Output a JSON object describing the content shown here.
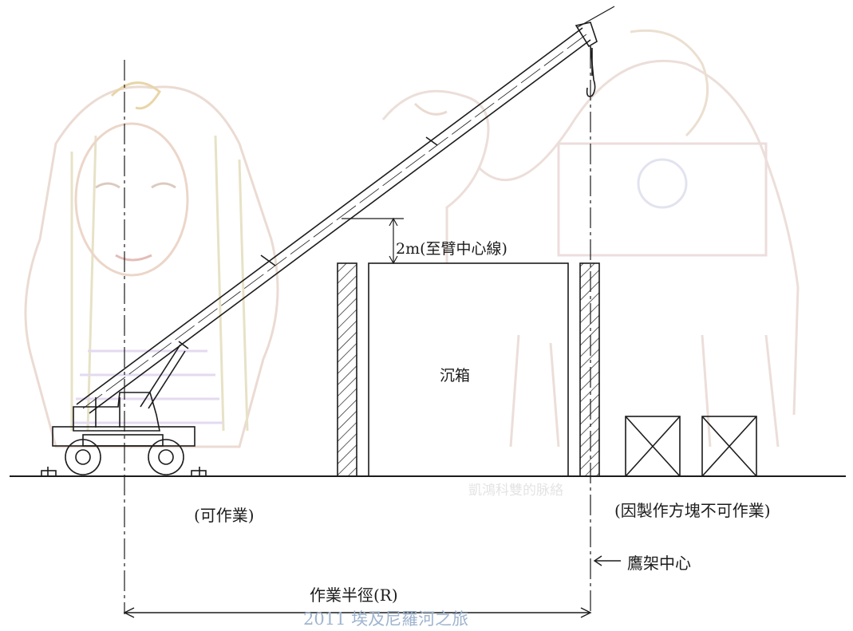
{
  "labels": {
    "clearance": "2m(至臂中心線)",
    "caisson": "沉箱",
    "workable": "(可作業)",
    "not_workable": "(因製作方塊不可作業)",
    "derrick_center": "鷹架中心",
    "working_radius": "作業半徑(R)"
  },
  "watermarks": {
    "caption": "2011 埃及尼羅河之旅",
    "faint_signature": "凱鴻科雙的脉絡"
  },
  "colors": {
    "line": "#1c1c1c",
    "watermark_text": "#9fb4cf",
    "background_art": "#e6d6cf"
  },
  "icons": [
    "crane-icon",
    "pharaoh-mask-watermark-icon",
    "camel-watermark-icon"
  ]
}
